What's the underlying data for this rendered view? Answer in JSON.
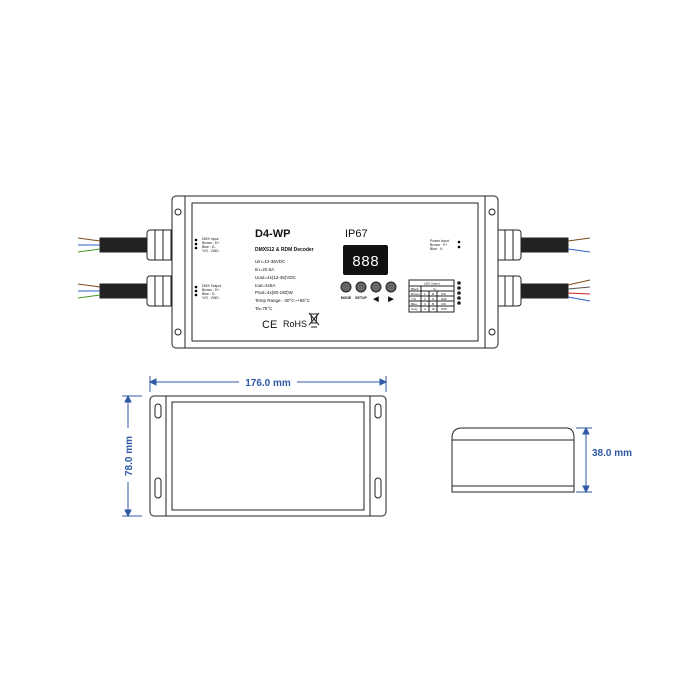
{
  "device": {
    "model": "D4-WP",
    "subtitle": "DMX512 & RDM Decoder",
    "rating": "IP67",
    "display": "888",
    "specs": [
      "Uin=12-36VDC",
      "Iin=20.5A",
      "Uout=4x(12-36)VDC",
      "Iout=4x5A",
      "Pout=4x(60-180)W",
      "Temp Range: -30°C~+55°C",
      "Ta=75°C"
    ],
    "certs": {
      "ce": "CE",
      "rohs": "RoHS"
    },
    "buttons": [
      "MODE",
      "SETUP",
      "◀",
      "▶"
    ],
    "dmx_input": {
      "title": "DMX Input",
      "lines": [
        "Brown : D+",
        "Blue  : D-",
        "Y/G   : GND"
      ]
    },
    "dmx_output": {
      "title": "DMX Output",
      "lines": [
        "Brown : D+",
        "Blue  : D-",
        "Y/G   : GND"
      ]
    },
    "power_input": {
      "title": "Power Input",
      "lines": [
        "Brown : V+",
        "Blue  : V-"
      ]
    },
    "led_output": {
      "title": "LED Output",
      "header": [
        "Black",
        "V+"
      ],
      "rows": [
        [
          "Brown",
          "1",
          "R",
          "CW"
        ],
        [
          "Y/G",
          "2",
          "G",
          "WW"
        ],
        [
          "Blue",
          "3",
          "B",
          "CW"
        ],
        [
          "Gray",
          "4",
          "W",
          "WW"
        ]
      ]
    }
  },
  "dimensions": {
    "length": "176.0 mm",
    "width": "78.0 mm",
    "height": "38.0 mm"
  },
  "colors": {
    "dimension": "#2e5aa6",
    "outline": "#222222",
    "display": "#111111"
  }
}
